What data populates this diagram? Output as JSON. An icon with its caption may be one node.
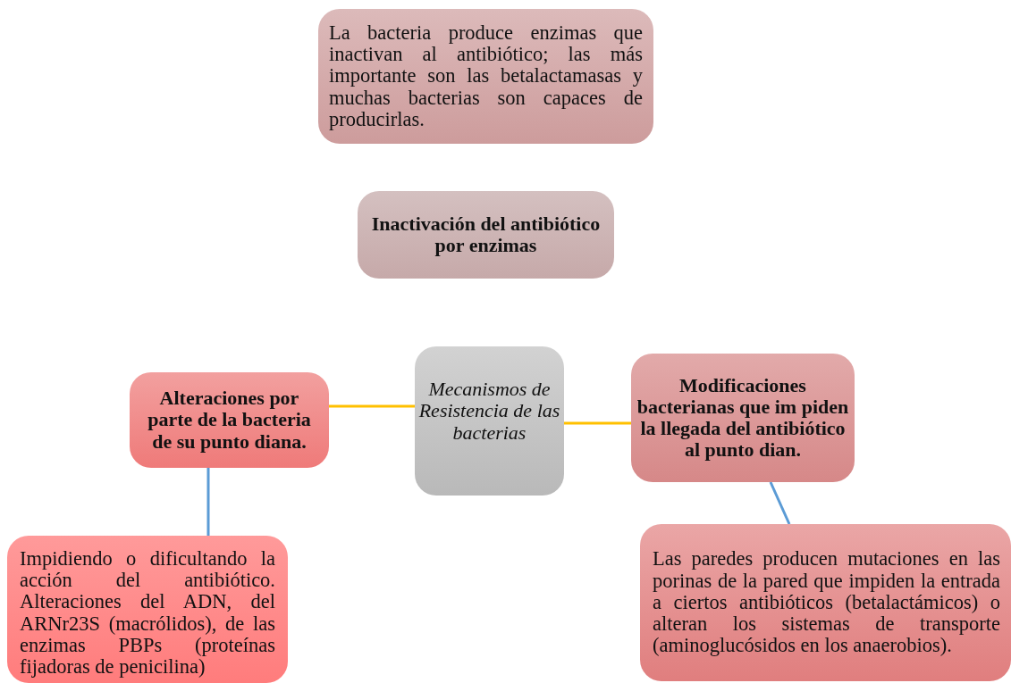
{
  "diagram": {
    "nodes": [
      {
        "text": [
          "La bacteria produce enzimas que inactivan al antibiótico; las más importante son las betalactamasas y muchas bacterias son capaces de producirlas."
        ]
      },
      {
        "text": [
          "Inactivación del antibiótico por enzimas"
        ]
      },
      {
        "text": [
          "Mecanismos de Resistencia de las bacterias"
        ]
      },
      {
        "text": [
          "Alteraciones por parte de la bacteria de su punto diana."
        ]
      },
      {
        "text": [
          "**Modificaciones bacterianas que im piden la llegada del antibiótico al punto dian**."
        ]
      },
      {
        "text": [
          "Las paredes producen mutaciones en las porinas de la pared que impiden la entrada a ciertos antibióticos (betalactámicos) o alteran los sistemas de transporte (aminoglucósidos en los anaerobios)."
        ]
      },
      {
        "text": [
          "Impidiendo o dificultando la acción del antibiótico. Alteraciones del ADN, del ARNr23S (macrólidos), de las enzimas PBPs (proteínas fijadoras de penicilina)"
        ]
      }
    ],
    "edges": [
      {
        "from": 3,
        "to": 2,
        "arrow": "none",
        "color": "#ffc000"
      },
      {
        "from": 2,
        "to": 4,
        "arrow": "none",
        "color": "#ffc000"
      },
      {
        "from": 3,
        "to": 6,
        "arrow": "none",
        "color": "#5b9bd5"
      },
      {
        "from": 4,
        "to": 5,
        "arrow": "none",
        "color": "#5b9bd5"
      }
    ]
  }
}
